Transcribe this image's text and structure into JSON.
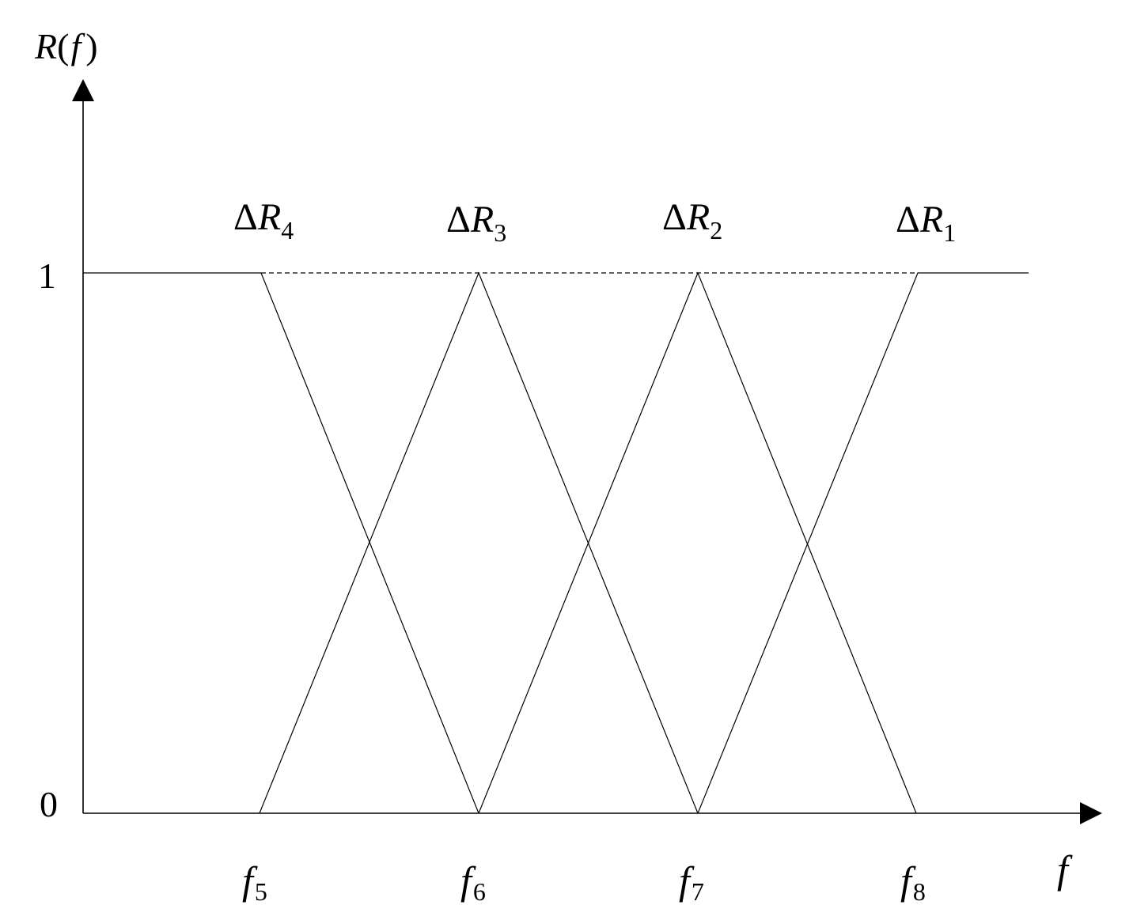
{
  "y_axis": {
    "name": "R",
    "arg": "f",
    "open": "(",
    "close": ")"
  },
  "x_axis": {
    "name": "f"
  },
  "y_ticks": [
    {
      "label": "1"
    },
    {
      "label": "0"
    }
  ],
  "x_ticks": [
    {
      "base": "f",
      "sub": "5"
    },
    {
      "base": "f",
      "sub": "6"
    },
    {
      "base": "f",
      "sub": "7"
    },
    {
      "base": "f",
      "sub": "8"
    }
  ],
  "membership_labels": [
    {
      "delta": "Δ",
      "base": "R",
      "sub": "4"
    },
    {
      "delta": "Δ",
      "base": "R",
      "sub": "3"
    },
    {
      "delta": "Δ",
      "base": "R",
      "sub": "2"
    },
    {
      "delta": "Δ",
      "base": "R",
      "sub": "1"
    }
  ],
  "colors": {
    "line": "#000000",
    "background": "#ffffff"
  }
}
